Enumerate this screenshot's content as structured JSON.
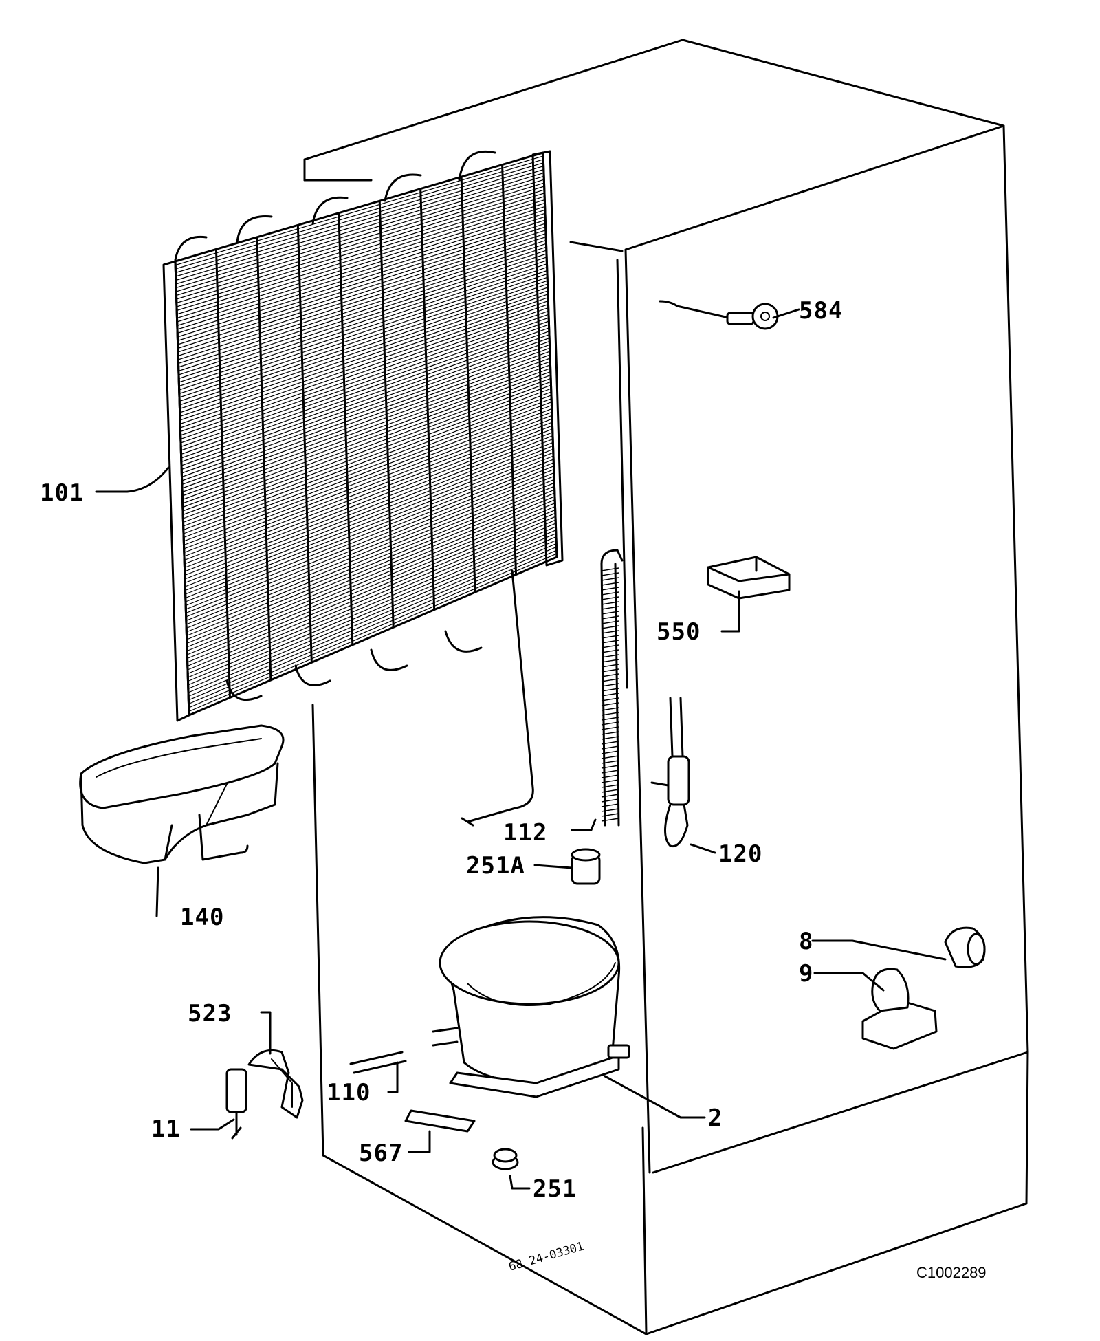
{
  "figure_code": "C1002289",
  "stamp_text": "68 24-03301",
  "labels": [
    {
      "id": "584",
      "text": "584"
    },
    {
      "id": "101",
      "text": "101"
    },
    {
      "id": "550",
      "text": "550"
    },
    {
      "id": "112",
      "text": "112"
    },
    {
      "id": "120",
      "text": "120"
    },
    {
      "id": "251A",
      "text": "251A"
    },
    {
      "id": "140",
      "text": "140"
    },
    {
      "id": "8",
      "text": "8"
    },
    {
      "id": "9",
      "text": "9"
    },
    {
      "id": "523",
      "text": "523"
    },
    {
      "id": "110",
      "text": "110"
    },
    {
      "id": "2",
      "text": "2"
    },
    {
      "id": "11",
      "text": "11"
    },
    {
      "id": "567",
      "text": "567"
    },
    {
      "id": "251",
      "text": "251"
    }
  ]
}
